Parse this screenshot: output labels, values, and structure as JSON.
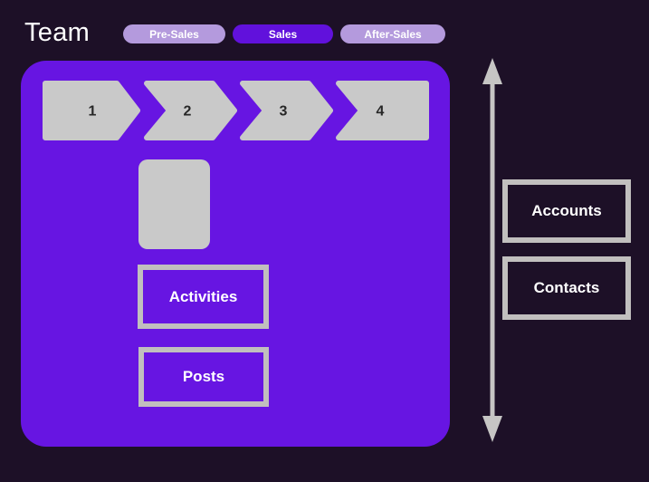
{
  "title": "Team",
  "tabs": [
    {
      "label": "Pre-Sales",
      "active": false
    },
    {
      "label": "Sales",
      "active": true
    },
    {
      "label": "After-Sales",
      "active": false
    }
  ],
  "stages": [
    {
      "label": "1"
    },
    {
      "label": "2"
    },
    {
      "label": "3"
    },
    {
      "label": "4"
    }
  ],
  "panel_nodes": {
    "activities": {
      "label": "Activities"
    },
    "posts": {
      "label": "Posts"
    }
  },
  "side_nodes": {
    "accounts": {
      "label": "Accounts"
    },
    "contacts": {
      "label": "Contacts"
    }
  },
  "icons": {
    "vertical_double_arrow": "double-headed-vertical-arrow"
  },
  "colors": {
    "background": "#1d1027",
    "panel": "#6715e2",
    "tab_active": "#6111dc",
    "tab_inactive": "#b49add",
    "shape_gray": "#c9c9c9",
    "box_border": "#c1bfbe",
    "arrow_gray": "#c6c5c4",
    "text_light": "#ffffff",
    "text_dark": "#262626"
  }
}
